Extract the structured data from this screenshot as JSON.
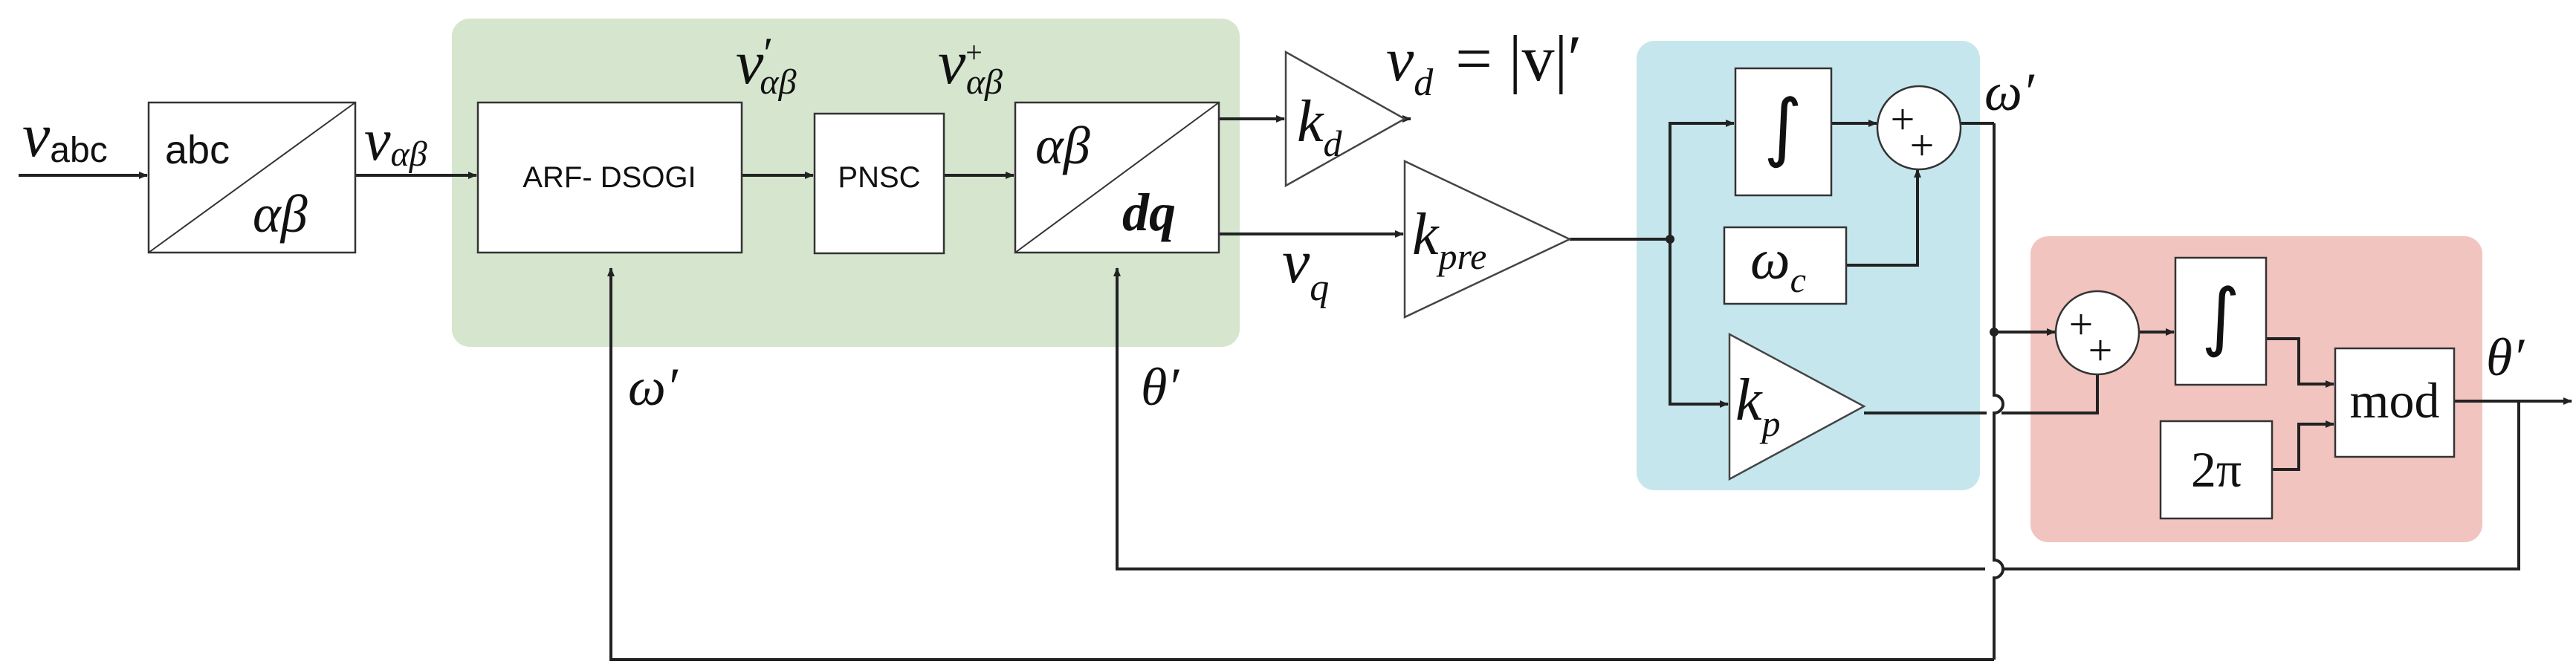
{
  "regions": {
    "estimator": {
      "color": "#d5e5ce"
    },
    "frequency": {
      "color": "#c6e6ee"
    },
    "phase": {
      "color": "#f1c4c0"
    }
  },
  "blocks": {
    "abc_ab": {
      "top": "abc",
      "bottom": "αβ"
    },
    "arf_dsogi": {
      "label": "ARF- DSOGI"
    },
    "pnsc": {
      "label": "PNSC"
    },
    "ab_dq": {
      "top": "αβ",
      "bottom": "dq"
    },
    "kd": {
      "main": "k",
      "sub": "d"
    },
    "kpre": {
      "main": "k",
      "sub": "pre"
    },
    "kp": {
      "main": "k",
      "sub": "p"
    },
    "integrator_freq": {
      "symbol": "∫"
    },
    "integrator_phase": {
      "symbol": "∫"
    },
    "omega_c": {
      "main": "ω",
      "sub": "c"
    },
    "two_pi": {
      "label": "2π"
    },
    "mod": {
      "label": "mod"
    },
    "sum_freq": {
      "signs": [
        "+",
        "+"
      ]
    },
    "sum_phase": {
      "signs": [
        "+",
        "+"
      ]
    }
  },
  "signals": {
    "v_abc": {
      "main": "v",
      "sub": "abc"
    },
    "v_alpha_beta": {
      "main": "v",
      "sub": "αβ"
    },
    "v_ab_prime": {
      "main": "v",
      "prime": "′",
      "sub": "αβ"
    },
    "v_ab_plus": {
      "main": "v",
      "sup": "+",
      "sub": "αβ"
    },
    "v_d_eq": {
      "main": "v",
      "sub": "d",
      "rhs": "= |v|′"
    },
    "v_q": {
      "main": "v",
      "sub": "q"
    },
    "omega_prime_out": {
      "label": "ω′"
    },
    "omega_prime_fb": {
      "label": "ω′"
    },
    "theta_prime_fb": {
      "label": "θ′"
    },
    "theta_prime_out": {
      "label": "θ′"
    }
  }
}
